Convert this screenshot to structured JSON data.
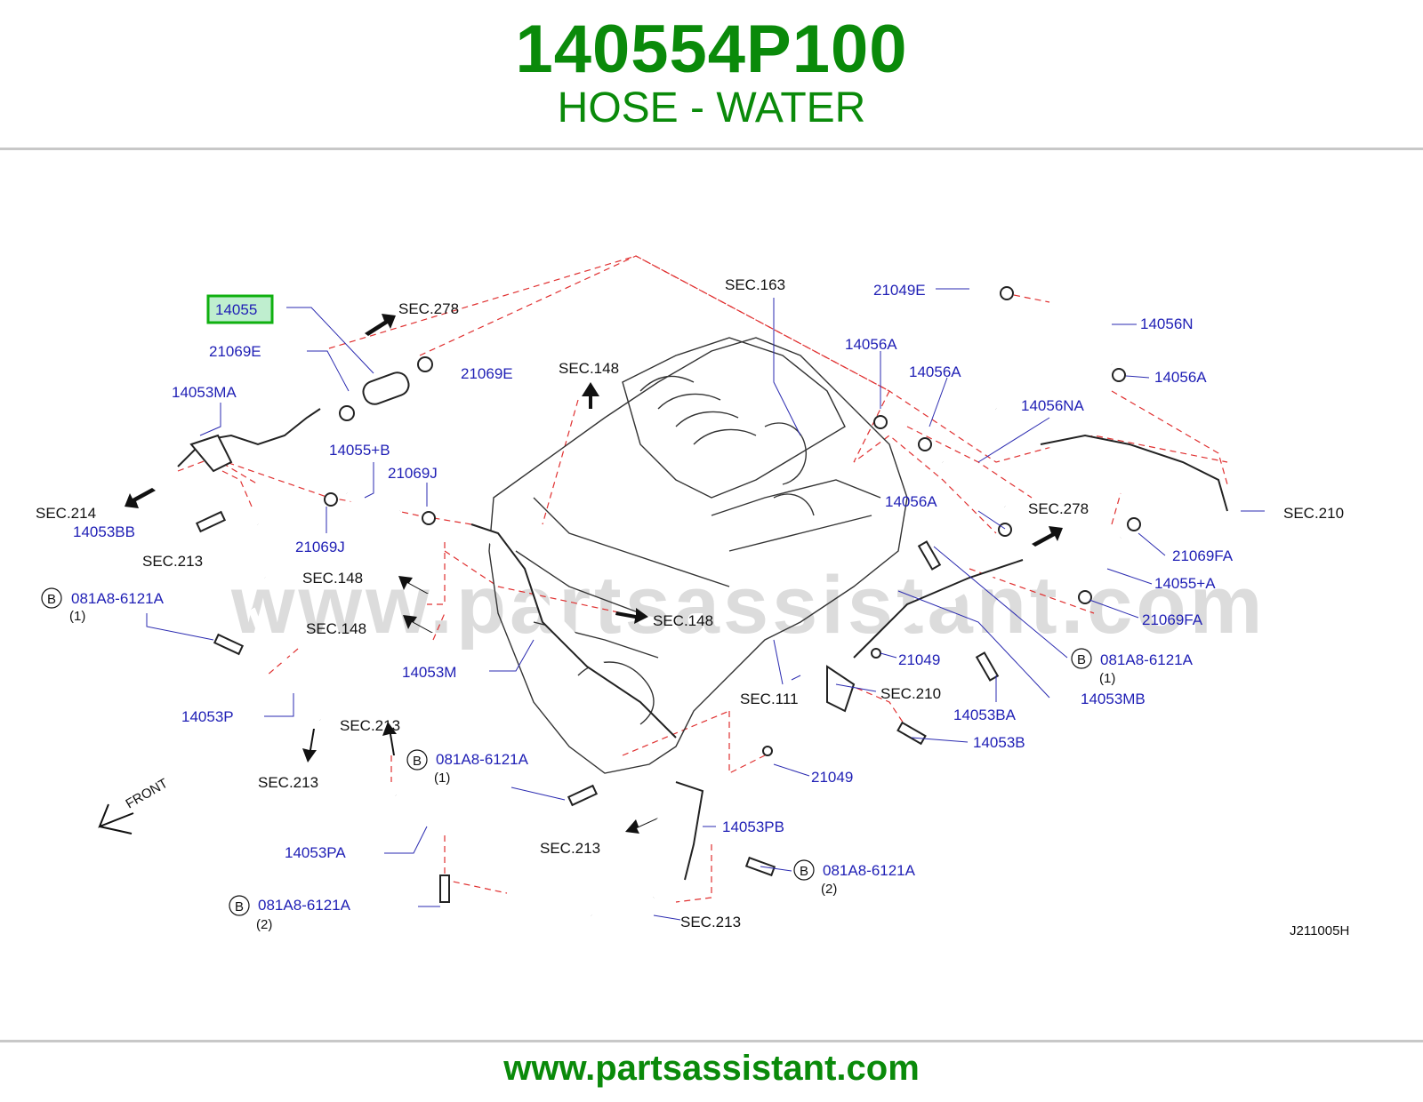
{
  "header": {
    "part_number": "140554P100",
    "part_name": "HOSE - WATER"
  },
  "footer": {
    "website": "www.partsassistant.com"
  },
  "watermark": "www.partsassistant.com",
  "diagram": {
    "highlighted_label": "14055",
    "drawing_code": "J211005H",
    "front_label": "FRONT",
    "bolt_symbol": "B",
    "labels": {
      "l_21069E_a": "21069E",
      "l_21069E_b": "21069E",
      "l_14053MA": "14053MA",
      "l_14055B": "14055+B",
      "l_21069J_a": "21069J",
      "l_21069J_b": "21069J",
      "l_14053BB": "14053BB",
      "l_081_1": "081A8-6121A",
      "l_081_1q": "(1)",
      "l_14053M": "14053M",
      "l_14053P": "14053P",
      "l_081_2": "081A8-6121A",
      "l_081_2q": "(1)",
      "l_14053PA": "14053PA",
      "l_081_3": "081A8-6121A",
      "l_081_3q": "(2)",
      "l_14053PB": "14053PB",
      "l_081_4": "081A8-6121A",
      "l_081_4q": "(2)",
      "l_21049E": "21049E",
      "l_14056A_1": "14056A",
      "l_14056A_2": "14056A",
      "l_14056N": "14056N",
      "l_14056A_3": "14056A",
      "l_14056NA": "14056NA",
      "l_14056A_4": "14056A",
      "l_21069FA_1": "21069FA",
      "l_14055A": "14055+A",
      "l_21069FA_2": "21069FA",
      "l_081_5": "081A8-6121A",
      "l_081_5q": "(1)",
      "l_21049_1": "21049",
      "l_14053MB": "14053MB",
      "l_14053BA": "14053BA",
      "l_14053B": "14053B",
      "l_21049_2": "21049"
    },
    "sections": {
      "s278_a": "SEC.278",
      "s148_a": "SEC.148",
      "s163": "SEC.163",
      "s214": "SEC.214",
      "s213_a": "SEC.213",
      "s148_b": "SEC.148",
      "s148_c": "SEC.148",
      "s148_d": "SEC.148",
      "s213_b": "SEC.213",
      "s213_c": "SEC.213",
      "s213_d": "SEC.213",
      "s213_e": "SEC.213",
      "s111": "SEC.111",
      "s210_a": "SEC.210",
      "s278_b": "SEC.278",
      "s210_b": "SEC.210"
    }
  },
  "colors": {
    "brand_green": "#0a8a0a",
    "label_blue": "#1f1fb5",
    "highlight": "#10b010",
    "leader_red": "#e03030"
  }
}
